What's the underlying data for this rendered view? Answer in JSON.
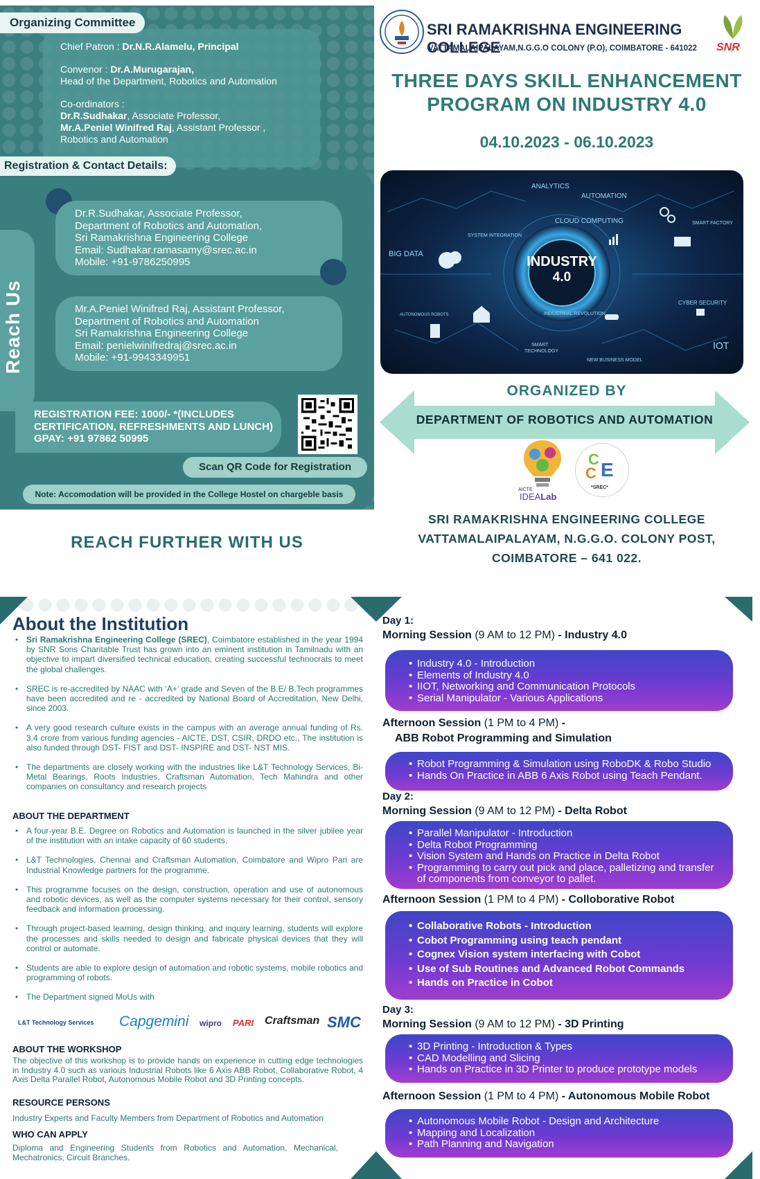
{
  "committee": {
    "heading": "Organizing Committee",
    "chief_patron_label": "Chief Patron : ",
    "chief_patron_name": "Dr.N.R.Alamelu, Principal",
    "convenor_label": "Convenor : ",
    "convenor_name": "Dr.A.Murugarajan,",
    "convenor_role": "Head of the Department, Robotics and Automation",
    "coordinators_label": "Co-ordinators :",
    "coordinator1_name": "Dr.R.Sudhakar",
    "coordinator1_role": ", Associate Professor,",
    "coordinator2_name": "Mr.A.Peniel Winifred Raj",
    "coordinator2_role": ", Assistant Professor ,",
    "coordinator_dept": "Robotics and Automation"
  },
  "registration": {
    "heading": "Registration & Contact Details:",
    "reach_us": "Reach Us",
    "contact1": [
      "Dr.R.Sudhakar, Associate Professor,",
      "Department of Robotics and Automation,",
      "Sri Ramakrishna Engineering College",
      "Email: Sudhakar.ramasamy@srec.ac.in",
      "Mobile: +91-9786250995"
    ],
    "contact2": [
      "Mr.A.Peniel Winifred Raj, Assistant Professor,",
      "Department of Robotics and Automation",
      "Sri Ramakrishna Engineering College",
      "Email: penielwinifredraj@srec.ac.in",
      "Mobile: +91-9943349951"
    ],
    "fee_lines": [
      "REGISTRATION FEE: 1000/- *(INCLUDES",
      "CERTIFICATION, REFRESHMENTS AND LUNCH)",
      "GPAY: +91 97862 50995"
    ],
    "scan_label": "Scan QR Code for Registration",
    "note": "Note: Accomodation will be provided in the College Hostel on chargeble basis"
  },
  "reach_further": "REACH FURTHER WITH US",
  "college": {
    "name": "SRI RAMAKRISHNA ENGINEERING COLLEGE",
    "address_line": "VATTAMALAIPALAYAM,N.G.G.O COLONY (P.O), COIMBATORE - 641022",
    "snr": "SNR",
    "footer_name": "SRI RAMAKRISHNA ENGINEERING COLLEGE",
    "footer_addr1": "VATTAMALAIPALAYAM, N.G.G.O. COLONY POST,",
    "footer_addr2": "COIMBATORE – 641 022."
  },
  "program": {
    "title_line1": "THREE DAYS SKILL ENHANCEMENT",
    "title_line2": "PROGRAM ON INDUSTRY 4.0",
    "dates": "04.10.2023 - 06.10.2023"
  },
  "industry_image": {
    "center_line1": "INDUSTRY",
    "center_line2": "4.0",
    "labels": {
      "analytics": "ANALYTICS",
      "automation": "AUTOMATION",
      "cloud": "CLOUD COMPUTING",
      "system": "SYSTEM INTEGRATION",
      "smart_factory": "SMART FACTORY",
      "big_data": "BIG DATA",
      "autonomous": "AUTONOMOUS ROBOTS",
      "revolution": "INDUSTRIAL REVOLUTION",
      "cyber": "CYBER SECURITY",
      "smart_tech1": "SMART",
      "smart_tech2": "TECHNOLOGY",
      "new_business": "NEW BUSINESS MODEL",
      "iot": "IOT"
    }
  },
  "organized": {
    "label": "ORGANIZED BY",
    "dept": "DEPARTMENT OF ROBOTICS AND AUTOMATION",
    "aicte_small": "AICTE",
    "idea_lab_a": "IDEA",
    "idea_lab_b": "Lab",
    "cce_c1": "C",
    "cce_c2": "C",
    "cce_e": "E",
    "cce_srec": "*SREC*"
  },
  "colors": {
    "teal_panel": "#3a7e80",
    "teal_light": "#5aa19f",
    "heading_teal": "#2e7a73",
    "card_gradient_top": "#3e47c8",
    "card_gradient_bottom": "#a23cd0"
  },
  "institution": {
    "title": "About the Institution",
    "points": [
      {
        "bold": "Sri Ramakrishna Engineering College (SREC)",
        "text": ", Coimbatore established in the year 1994 by SNR Sons Charitable Trust has grown into an eminent institution in Tamilnadu with an objective to impart diversified technical education, creating successful technocrats to meet the global challenges."
      },
      {
        "bold": "",
        "text": "SREC is re-accredited by NAAC with ‘A+’ grade and Seven of the B.E/ B.Tech programmes have been accredited and re - accredited by National Board of Accreditation, New Delhi, since 2003."
      },
      {
        "bold": "",
        "text": "A very good research culture exists in the campus with an average annual funding of Rs. 3.4 crore from various funding agencies - AICTE, DST, CSIR, DRDO etc., The institution is also funded through DST- FIST and DST- INSPIRE and DST- NST MIS."
      },
      {
        "bold": "",
        "text": "The departments are closely working with the industries like L&T Technology Services, Bi-Metal Bearings, Roots Industries, Craftsman Automation, Tech Mahindra and other companies on consultancy and research projects"
      }
    ]
  },
  "department": {
    "heading": "ABOUT THE DEPARTMENT",
    "points": [
      "A four-year B.E. Degree on Robotics and Automation is launched in the silver jubilee year of the institution with an intake capacity of 60 students.",
      "L&T Technologies, Chennai and Craftsman Automation, Coimbatore and Wipro Pari are Industrial Knowledge partners for the programme.",
      "This programme focuses on the design, construction, operation and use of autonomous and robotic devices, as well as the computer systems necessary for their control, sensory feedback and information processing.",
      "Through project-based learning, design thinking, and inquiry learning, students will explore the processes and skills needed to design and fabricate physical devices that they will control or automate.",
      "Students are able to explore design of automation and robotic systems, mobile robotics and programming of robots.",
      "The Department signed MoUs with"
    ],
    "partners": [
      "L&T Technology Services",
      "Capgemini",
      "wipro",
      "PARI",
      "Craftsman",
      "SMC"
    ]
  },
  "workshop": {
    "heading": "ABOUT THE WORKSHOP",
    "text": "The objective of this workshop is to provide hands on experience in cutting edge technologies in Industry 4.0 such as various Industrial Robots like 6 Axis ABB Robot, Collaborative Robot, 4 Axis Delta Parallel Robot, Autonomous Mobile Robot and 3D Printing concepts."
  },
  "resource": {
    "heading": "RESOURCE PERSONS",
    "text": "Industry Experts and Faculty Members from Department of Robotics and Automation"
  },
  "apply": {
    "heading": "WHO CAN APPLY",
    "text": "Diploma and Engineering Students from Robotics and Automation, Mechanical, Mechatronics, Circuit Branches."
  },
  "schedule": {
    "day1": "Day 1:",
    "day1_morning_a": "Morning Session ",
    "day1_morning_b": "(9 AM to 12 PM)",
    "day1_morning_c": " - Industry 4.0",
    "day1_morning_items": [
      "Industry 4.0 - Introduction",
      "Elements of Industry 4.0",
      "IIOT, Networking and Communication Protocols",
      "Serial Manipulator - Various Applications"
    ],
    "day1_afternoon_a": "Afternoon Session ",
    "day1_afternoon_b": "(1 PM to 4 PM)",
    "day1_afternoon_c": " -",
    "day1_afternoon_d": "ABB Robot Programming and Simulation",
    "day1_afternoon_items": [
      "Robot Programming & Simulation using RoboDK & Robo Studio",
      "Hands On Practice in ABB 6 Axis Robot using Teach Pendant."
    ],
    "day2": "Day 2:",
    "day2_morning_a": "Morning Session ",
    "day2_morning_b": "(9 AM to 12 PM)",
    "day2_morning_c": " - Delta Robot",
    "day2_morning_items": [
      "Parallel Manipulator - Introduction",
      "Delta Robot Programming",
      "Vision System and Hands on Practice in Delta Robot",
      "Programming to carry out pick and place, palletizing and transfer of components from conveyor to pallet."
    ],
    "day2_afternoon_a": "Afternoon Session ",
    "day2_afternoon_b": "(1 PM to 4 PM)",
    "day2_afternoon_c": " - Colloborative Robot",
    "day2_afternoon_items": [
      "Collaborative Robots - Introduction",
      "Cobot Programming using teach pendant",
      "Cognex Vision system interfacing with Cobot",
      "Use of Sub Routines and Advanced Robot Commands",
      "Hands on Practice in Cobot"
    ],
    "day3": "Day 3:",
    "day3_morning_a": "Morning Session ",
    "day3_morning_b": "(9 AM to 12 PM)",
    "day3_morning_c": " - 3D Printing",
    "day3_morning_items": [
      "3D Printing - Introduction & Types",
      "CAD Modelling and Slicing",
      "Hands on Practice in 3D Printer to produce prototype models"
    ],
    "day3_afternoon_a": "Afternoon Session ",
    "day3_afternoon_b": "(1 PM to 4 PM)",
    "day3_afternoon_c": " - Autonomous Mobile Robot",
    "day3_afternoon_items": [
      "Autonomous Mobile Robot - Design and Architecture",
      "Mapping and Localization",
      "Path Planning and Navigation"
    ]
  }
}
